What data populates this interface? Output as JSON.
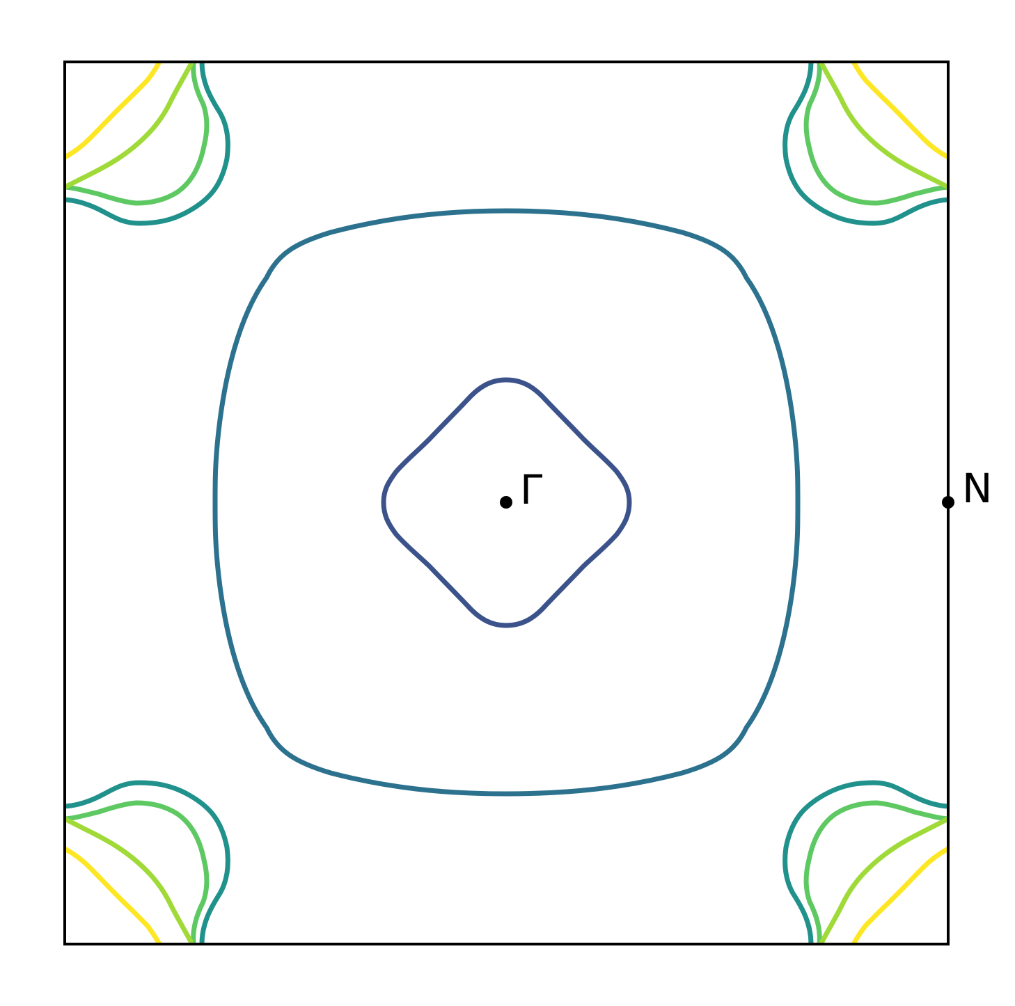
{
  "figure": {
    "kind": "fermi-surface-cut",
    "points": [
      {
        "id": "gamma",
        "label": "Γ"
      },
      {
        "id": "n",
        "label": "N"
      }
    ],
    "colors": {
      "frame": "#000000",
      "band_inner": "#3b528b",
      "band_outer": "#2c728e",
      "band_corner_1": "#21918c",
      "band_corner_2": "#5ec962",
      "band_corner_3": "#a0da39",
      "band_corner_4": "#fde725"
    }
  }
}
